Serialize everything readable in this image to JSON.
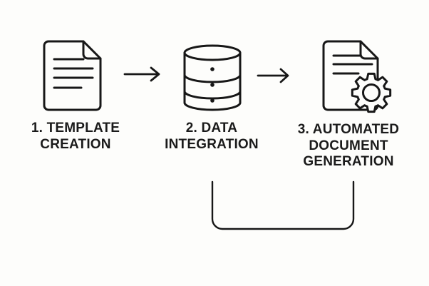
{
  "diagram": {
    "background_color": "#fdfdfb",
    "line_color": "#171717",
    "text_color": "#1a1a1a",
    "steps": [
      {
        "number": "1",
        "label": "1. TEMPLATE\nCREATION",
        "icon": "document-icon"
      },
      {
        "number": "2",
        "label": "2. DATA\nINTEGRATION",
        "icon": "database-icon"
      },
      {
        "number": "3",
        "label": "3. AUTOMATED\nDOCUMENT\nGENERATION",
        "icon": "document-gear-icon"
      }
    ],
    "connectors": [
      {
        "type": "arrow-right",
        "from_step": "1",
        "to_step": "2"
      },
      {
        "type": "arrow-right",
        "from_step": "2",
        "to_step": "3"
      },
      {
        "type": "elbow-loop-line",
        "from_step": "3",
        "to_step": "2"
      }
    ]
  }
}
